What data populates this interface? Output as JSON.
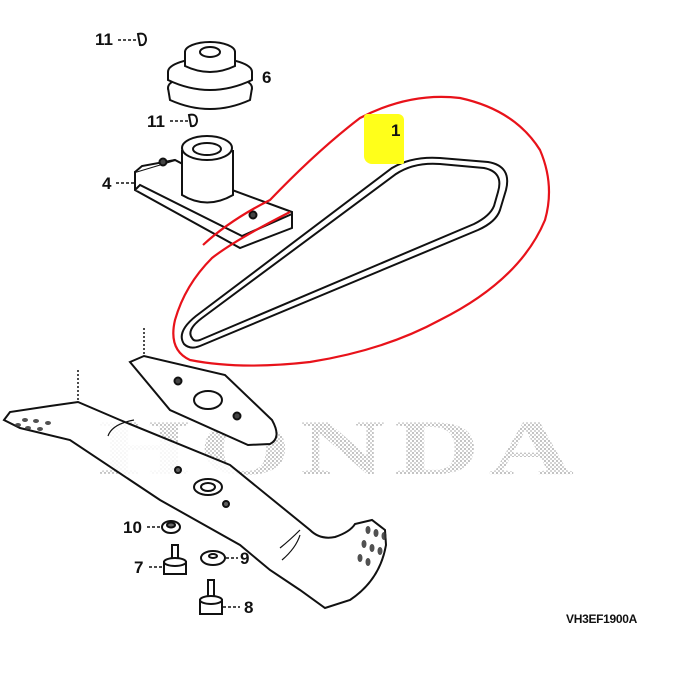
{
  "diagram": {
    "watermark": "HONDA",
    "drawing_code": "VH3EF1900A",
    "highlight_color": "#ffff1a",
    "annotation_color": "#e8121a",
    "callouts": [
      {
        "id": "11a",
        "label": "11",
        "part": "key"
      },
      {
        "id": "6",
        "label": "6",
        "part": "pulley"
      },
      {
        "id": "11b",
        "label": "11",
        "part": "key"
      },
      {
        "id": "4",
        "label": "4",
        "part": "blade-holder"
      },
      {
        "id": "1",
        "label": "1",
        "part": "belt",
        "highlighted": true
      },
      {
        "id": "10",
        "label": "10",
        "part": "nut"
      },
      {
        "id": "7",
        "label": "7",
        "part": "bolt"
      },
      {
        "id": "9",
        "label": "9",
        "part": "washer"
      },
      {
        "id": "8",
        "label": "8",
        "part": "bolt"
      }
    ]
  }
}
